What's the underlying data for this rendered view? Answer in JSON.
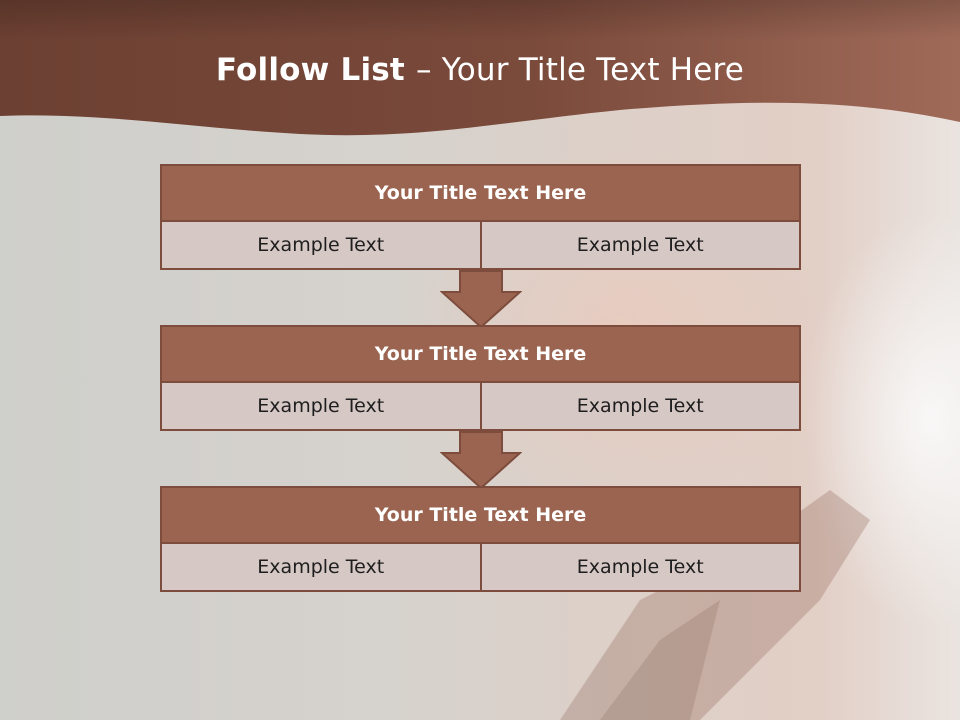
{
  "slide": {
    "title_bold": "Follow List ",
    "title_rest": " – Your Title Text Here"
  },
  "steps": [
    {
      "title": "Your Title Text Here",
      "left": "Example Text",
      "right": "Example Text"
    },
    {
      "title": "Your Title Text Here",
      "left": "Example Text",
      "right": "Example Text"
    },
    {
      "title": "Your Title Text Here",
      "left": "Example Text",
      "right": "Example Text"
    }
  ],
  "colors": {
    "header_band": "#6e4336",
    "title_fill": "#9b6451",
    "cell_fill": "#d6c8c5",
    "border": "#7d4c3c"
  }
}
